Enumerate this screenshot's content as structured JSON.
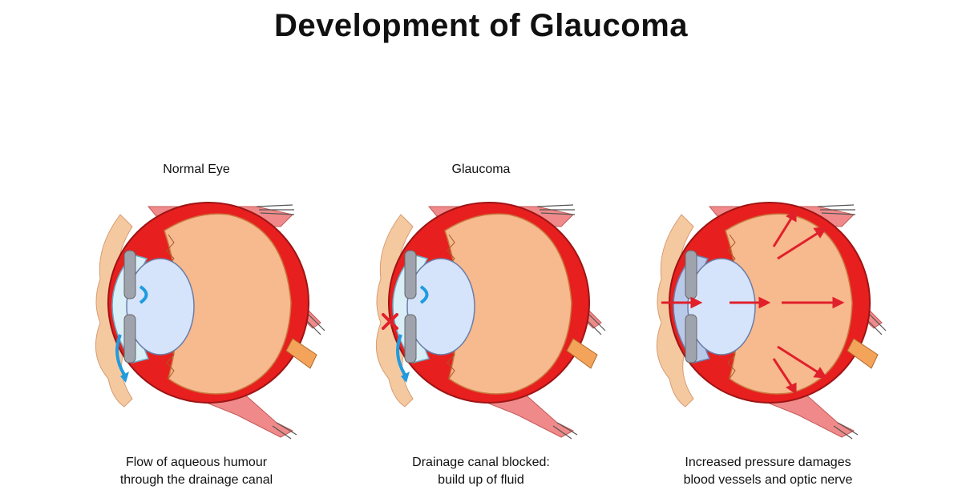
{
  "title": "Development of Glaucoma",
  "panels": [
    {
      "label": "Normal Eye",
      "caption_line1": "Flow of aqueous humour",
      "caption_line2": "through the drainage canal"
    },
    {
      "label": "Glaucoma",
      "caption_line1": "Drainage canal blocked:",
      "caption_line2": "build up of fluid"
    },
    {
      "label": "",
      "caption_line1": "Increased pressure damages",
      "caption_line2": "blood vessels and optic nerve"
    }
  ],
  "colors": {
    "sclera": "#e81f1f",
    "vitreous": "#f7b98e",
    "lens": "#d6e4fb",
    "cornea": "#d9eef7",
    "iris": "#9ea3ad",
    "flow_arrow": "#1f9be0",
    "block_mark": "#e0202a",
    "pressure_arrow": "#e0202a",
    "muscle": "#f08a8a",
    "skin": "#f5c9a0"
  },
  "icons": [
    "eye-cross-section",
    "flow-arrow",
    "blocked-x-icon",
    "pressure-arrow"
  ]
}
